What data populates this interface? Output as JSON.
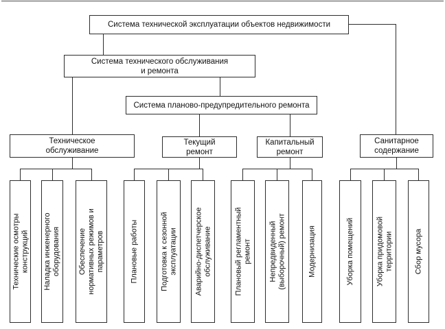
{
  "diagram": {
    "root": "Система технической эксплуатации объектов недвижимости",
    "maintenance_system": {
      "line1": "Система технического обслуживания",
      "line2": "и ремонта"
    },
    "ppr_system": "Система планово-предупредительного ремонта",
    "branches": [
      {
        "line1": "Техническое",
        "line2": "обслуживание",
        "children": [
          "Технические осмотры конструкций",
          "Наладка инженерного оборудования",
          "Обеспечение нормативных режимов и параметров"
        ]
      },
      {
        "line1": "Текущий",
        "line2": "ремонт",
        "children": [
          "Плановые работы",
          "Подготовка к сезонной эксплуатации",
          "Аварийно-диспетчерское обслуживание"
        ]
      },
      {
        "line1": "Капитальный",
        "line2": "ремонт",
        "children": [
          "Плановый регламентный ремонт",
          "Непредвиденный (выборочный) ремонт",
          "Модернизация"
        ]
      },
      {
        "line1": "Санитарное",
        "line2": "содержание",
        "children": [
          "Уборка помещений",
          "Уборка придомовой территории",
          "Сбор мусора"
        ]
      }
    ],
    "colors": {
      "line": "#2b2b2b",
      "box_border": "#2b2b2b",
      "box_background": "#ffffff",
      "text": "#111111"
    }
  }
}
